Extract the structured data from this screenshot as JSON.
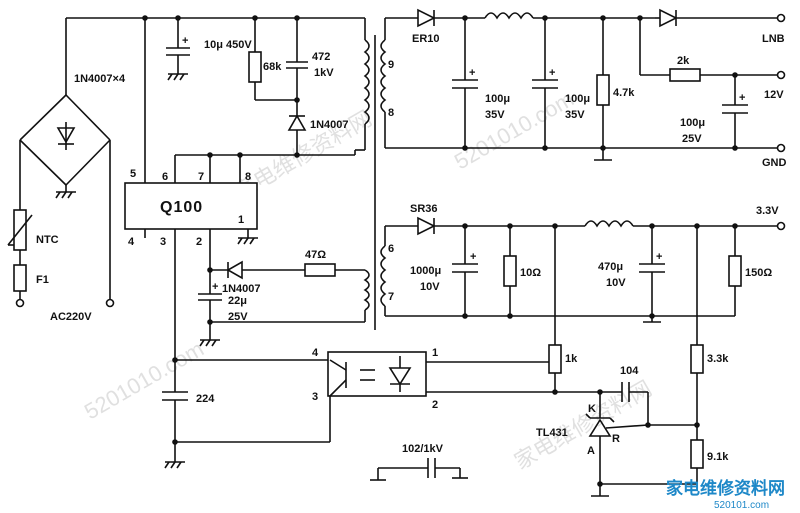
{
  "components": {
    "bridge": "1N4007×4",
    "c_bulk": "10μ 450V",
    "r_snub": "68k",
    "c_snub_value": "472",
    "c_snub_volt": "1kV",
    "d_snub": "1N4007",
    "chip": "Q100",
    "pin1": "1",
    "pin2": "2",
    "pin3": "3",
    "pin4": "4",
    "pin5": "5",
    "pin6": "6",
    "pin7": "7",
    "pin8": "8",
    "ntc": "NTC",
    "fuse": "F1",
    "ac_in": "AC220V",
    "d_aux": "1N4007",
    "r_aux": "47Ω",
    "c_aux_value": "22μ",
    "c_aux_volt": "25V",
    "c_224": "224",
    "c_102": "102/1kV",
    "tap9": "9",
    "tap8": "8",
    "tap6": "6",
    "tap7": "7",
    "d_er10": "ER10",
    "c_100_1": "100μ",
    "c_100_1v": "35V",
    "c_100_2": "100μ",
    "c_100_2v": "35V",
    "r_47k": "4.7k",
    "r_2k": "2k",
    "c_100_3": "100μ",
    "c_100_3v": "25V",
    "out_lnb": "LNB",
    "out_12v": "12V",
    "out_gnd": "GND",
    "d_sr36": "SR36",
    "c_1000": "1000μ",
    "c_1000v": "10V",
    "r_10": "10Ω",
    "c_470": "470μ",
    "c_470v": "10V",
    "r_150": "150Ω",
    "out_33v": "3.3V",
    "opto1": "1",
    "opto2": "2",
    "opto3": "3",
    "opto4": "4",
    "r_1k": "1k",
    "c_104": "104",
    "r_33k": "3.3k",
    "r_91k": "9.1k",
    "tl431": "TL431",
    "tl_k": "K",
    "tl_r": "R",
    "tl_a": "A"
  },
  "watermark": {
    "logo": "家电维修资料网",
    "url": "520101.com",
    "faint1": "家电维修资料网",
    "faint2": "5201010.com"
  }
}
